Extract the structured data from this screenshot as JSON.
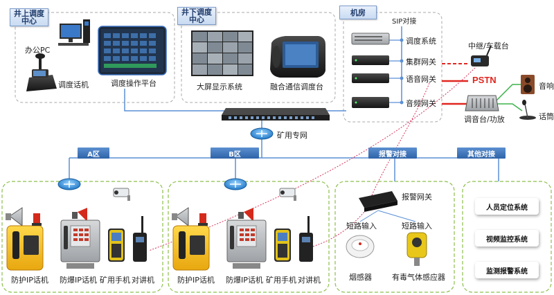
{
  "regions": {
    "surface": "井上调度中心",
    "underground": "井下调度中心",
    "machine_room": "机房"
  },
  "surface": {
    "office_pc": "办公PC",
    "dispatch_phone": "调度话机",
    "dispatch_platform": "调度操作平台"
  },
  "underground": {
    "big_screen": "大屏显示系统",
    "console": "融合通信调度台"
  },
  "machine_room": {
    "sip": "SIP对接",
    "dispatch_system": "调度系统",
    "trunk_gateway": "集群网关",
    "voice_gateway": "语音网关",
    "audio_gateway": "音频网关"
  },
  "external": {
    "relay": "中继/车载台",
    "pstn": "PSTN",
    "speaker": "音响",
    "mic": "话筒",
    "mixer": "调音台/功放"
  },
  "network": {
    "mine_network": "矿用专网"
  },
  "zones": {
    "a": "A区",
    "b": "B区",
    "alarm": "报警对接",
    "other": "其他对接"
  },
  "devices": {
    "protective_phone": "防护IP话机",
    "explosion_phone": "防爆IP话机",
    "mine_handset": "矿用手机",
    "walkie": "对讲机"
  },
  "alarm": {
    "gateway": "报警网关",
    "short_input_1": "短路输入",
    "short_input_2": "短路输入",
    "smoke": "烟感器",
    "gas": "有毒气体感应器"
  },
  "other_systems": [
    "人员定位系统",
    "视频监控系统",
    "监测报警系统"
  ],
  "colors": {
    "accent_blue": "#5a8fd6",
    "dashed_border": "#8cbf4a",
    "pstn_red": "#e0261f",
    "dotted_link": "#d9325a"
  }
}
